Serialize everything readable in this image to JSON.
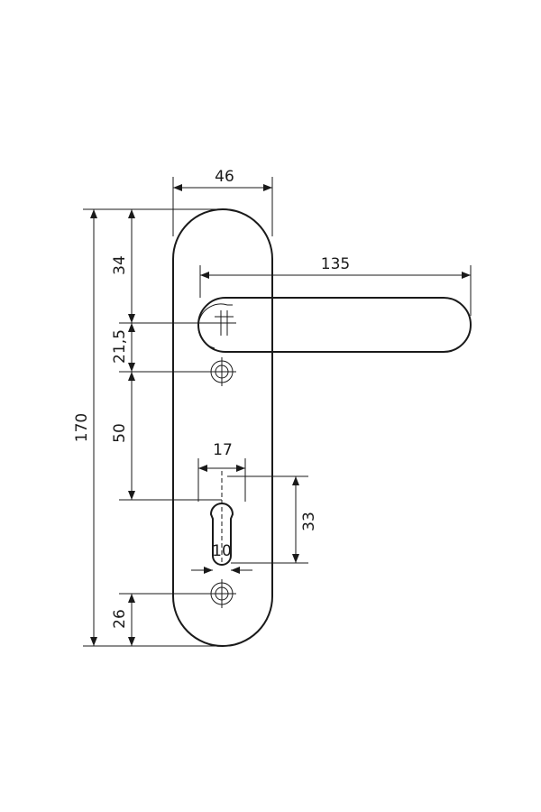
{
  "dimensions": {
    "plate_width": "46",
    "lever_length": "135",
    "total_height": "170",
    "top_to_lever_axis": "34",
    "lever_axis_to_top_screw": "21,5",
    "top_screw_to_cylinder": "50",
    "cylinder_top_width": "17",
    "cylinder_height": "33",
    "cylinder_bottom_width": "10",
    "bottom_screw_to_bottom": "26"
  }
}
